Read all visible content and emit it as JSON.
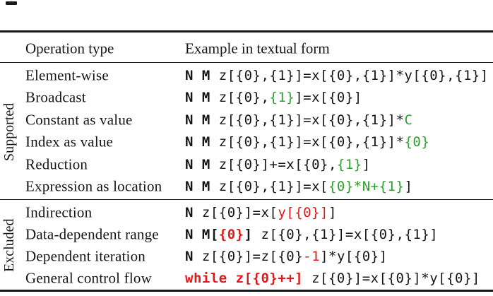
{
  "colors": {
    "ink": "#161616",
    "green": "#2fa02f",
    "red": "#e01a1a"
  },
  "header": {
    "operation_type": "Operation type",
    "example": "Example in textual form"
  },
  "sections": [
    {
      "label": "Supported",
      "rows": [
        {
          "label": "Element-wise",
          "code": [
            {
              "t": "N M ",
              "b": true
            },
            {
              "t": "z[{0},{1}]=x[{0},{1}]*y[{0},{1}]"
            }
          ]
        },
        {
          "label": "Broadcast",
          "code": [
            {
              "t": "N M ",
              "b": true
            },
            {
              "t": "z[{0},"
            },
            {
              "t": "{1}",
              "c": "green"
            },
            {
              "t": "]=x[{0}]"
            }
          ]
        },
        {
          "label": "Constant as value",
          "code": [
            {
              "t": "N M ",
              "b": true
            },
            {
              "t": "z[{0},{1}]=x[{0},{1}]*"
            },
            {
              "t": "C",
              "c": "green"
            }
          ]
        },
        {
          "label": "Index as value",
          "code": [
            {
              "t": "N M ",
              "b": true
            },
            {
              "t": "z[{0},{1}]=x[{0},{1}]*"
            },
            {
              "t": "{0}",
              "c": "green"
            }
          ]
        },
        {
          "label": "Reduction",
          "code": [
            {
              "t": "N M ",
              "b": true
            },
            {
              "t": "z[{0}]+=x[{0},"
            },
            {
              "t": "{1}",
              "c": "green"
            },
            {
              "t": "]"
            }
          ]
        },
        {
          "label": "Expression as location",
          "code": [
            {
              "t": "N M ",
              "b": true
            },
            {
              "t": "z[{0},{1}]=x["
            },
            {
              "t": "{0}*N+{1}",
              "c": "green"
            },
            {
              "t": "]"
            }
          ]
        }
      ]
    },
    {
      "label": "Excluded",
      "rows": [
        {
          "label": "Indirection",
          "code": [
            {
              "t": "N ",
              "b": true
            },
            {
              "t": "z[{0}]=x["
            },
            {
              "t": "y[{0}]",
              "c": "red"
            },
            {
              "t": "]"
            }
          ]
        },
        {
          "label": "Data-dependent range",
          "code": [
            {
              "t": "N M[",
              "b": true
            },
            {
              "t": "{0}",
              "b": true,
              "c": "red"
            },
            {
              "t": "]",
              "b": true
            },
            {
              "t": " z[{0},{1}]=x[{0},{1}]"
            }
          ]
        },
        {
          "label": "Dependent iteration",
          "code": [
            {
              "t": "N ",
              "b": true
            },
            {
              "t": "z[{0}]=z[{0}"
            },
            {
              "t": "-1",
              "c": "red"
            },
            {
              "t": "]*y[{0}]"
            }
          ]
        },
        {
          "label": "General control flow",
          "code": [
            {
              "t": "while z[{0}++]",
              "b": true,
              "c": "red"
            },
            {
              "t": " z[{0}]=x[{0}]*y[{0}]"
            }
          ]
        }
      ]
    }
  ]
}
